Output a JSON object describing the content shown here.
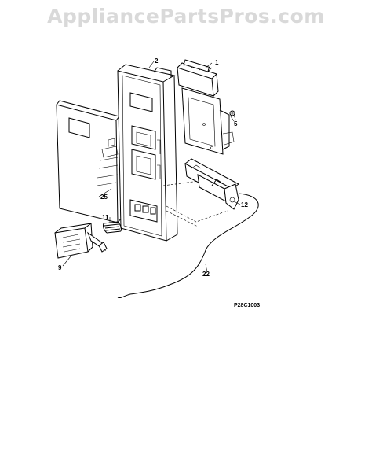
{
  "watermark": "AppliancePartsPros.com",
  "diagram_code": "P28C1003",
  "callouts": {
    "c1": "1",
    "c2": "2",
    "c5": "5",
    "c9": "9",
    "c11": "11",
    "c12": "12",
    "c22": "22",
    "c25": "25"
  }
}
